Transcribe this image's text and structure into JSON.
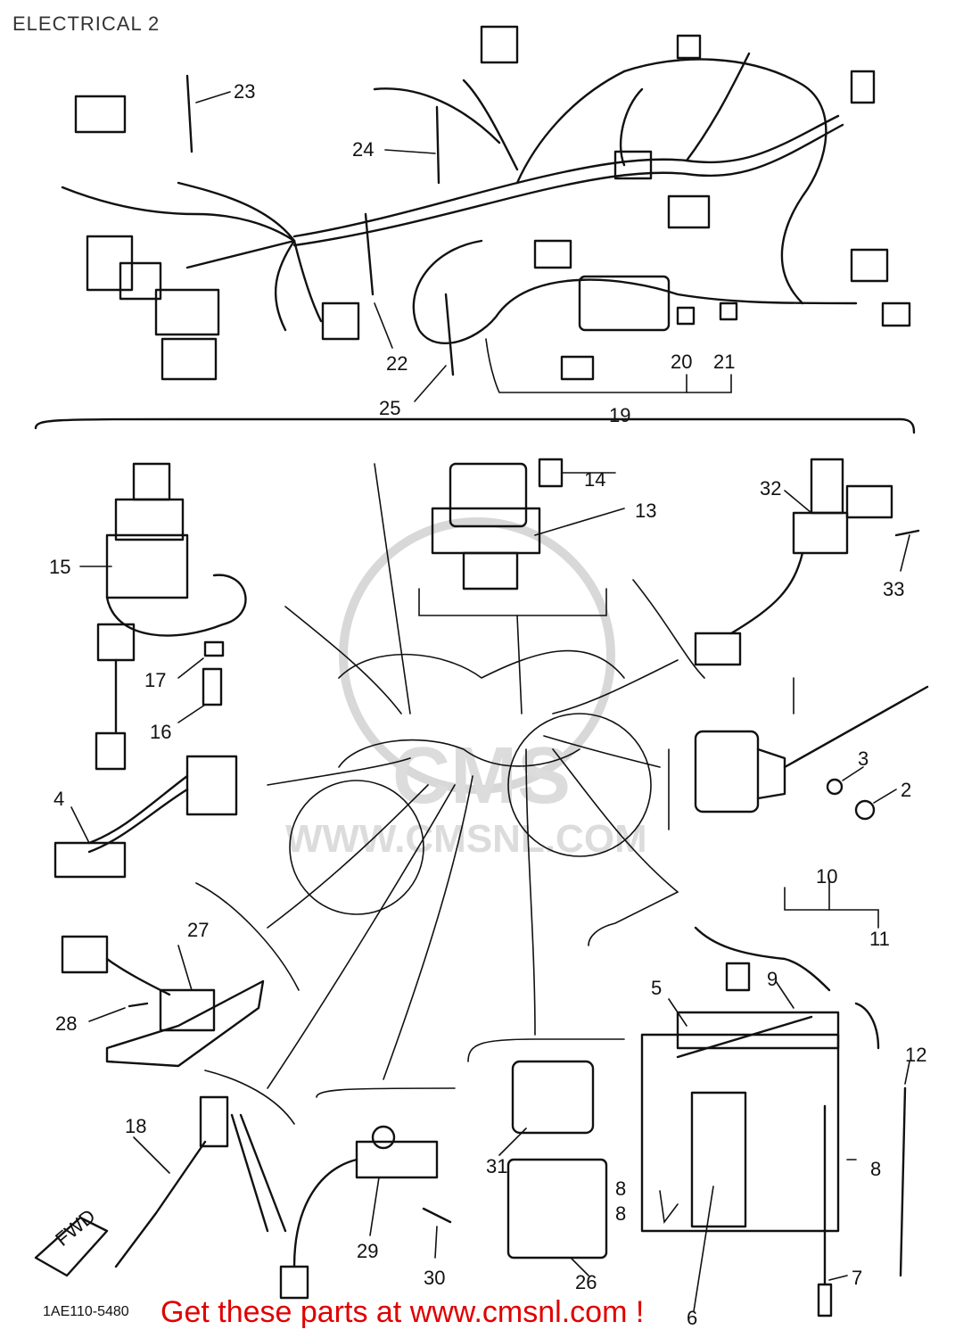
{
  "page": {
    "title": "ELECTRICAL 2",
    "drawing_code": "1AE110-5480",
    "promo_text": "Get these parts at www.cmsnl.com !"
  },
  "watermark": {
    "logo_text": "CMS",
    "url_text": "WWW.CMSNL.COM"
  },
  "fwd_label": "FWD",
  "callouts": [
    "2",
    "3",
    "4",
    "5",
    "6",
    "7",
    "8",
    "8",
    "8",
    "9",
    "10",
    "11",
    "12",
    "13",
    "14",
    "15",
    "16",
    "17",
    "18",
    "19",
    "20",
    "21",
    "22",
    "23",
    "24",
    "25",
    "26",
    "27",
    "28",
    "29",
    "30",
    "31",
    "32",
    "33"
  ],
  "colors": {
    "line": "#111111",
    "promo": "#e00000",
    "watermark": "#d8d8d8"
  }
}
